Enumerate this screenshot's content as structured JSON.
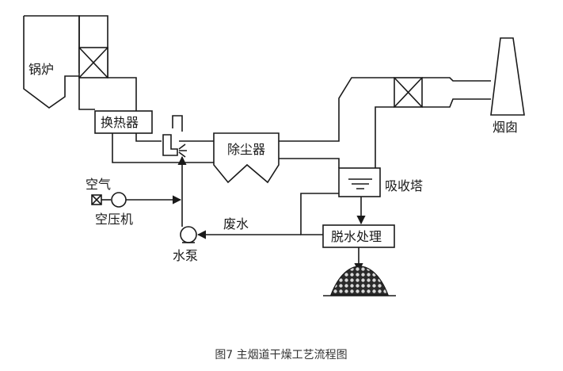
{
  "diagram": {
    "labels": {
      "boiler": "锅炉",
      "heat_exchanger": "换热器",
      "dust_collector": "除尘器",
      "absorber": "吸收塔",
      "chimney": "烟囱",
      "air": "空气",
      "compressor": "空压机",
      "waste_water": "废水",
      "water_pump": "水泵",
      "dewatering": "脱水处理"
    }
  },
  "caption": "图7 主烟道干燥工艺流程图"
}
